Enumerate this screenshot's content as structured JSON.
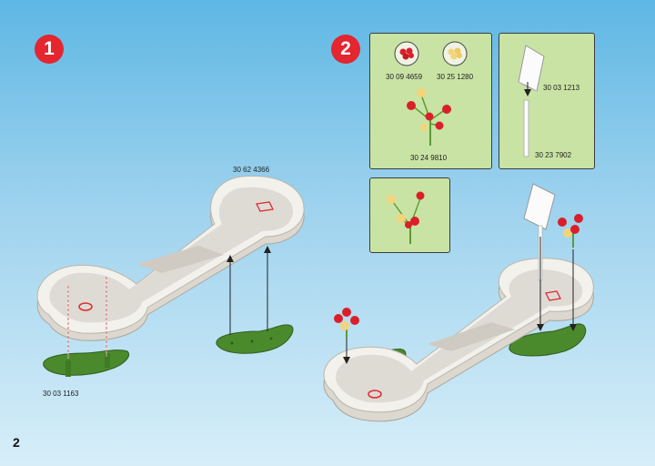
{
  "page_number": "2",
  "steps": [
    {
      "number": "1"
    },
    {
      "number": "2"
    }
  ],
  "part_codes": {
    "course_1": "30 62 4366",
    "base_plate_1": "30 03 1163",
    "red_flower_head": "30 09 4659",
    "yellow_flower_head": "30 25 1280",
    "flower_stem": "30 24 9810",
    "sign_board": "30 03 1213",
    "sign_pole": "30 23 7902"
  },
  "colors": {
    "badge": "#e3262f",
    "panel": "#c9e3a4",
    "course": "#f1efe8",
    "turf": "#4e8a2e",
    "flower_red": "#d9202a",
    "flower_yellow": "#f3d47a"
  }
}
